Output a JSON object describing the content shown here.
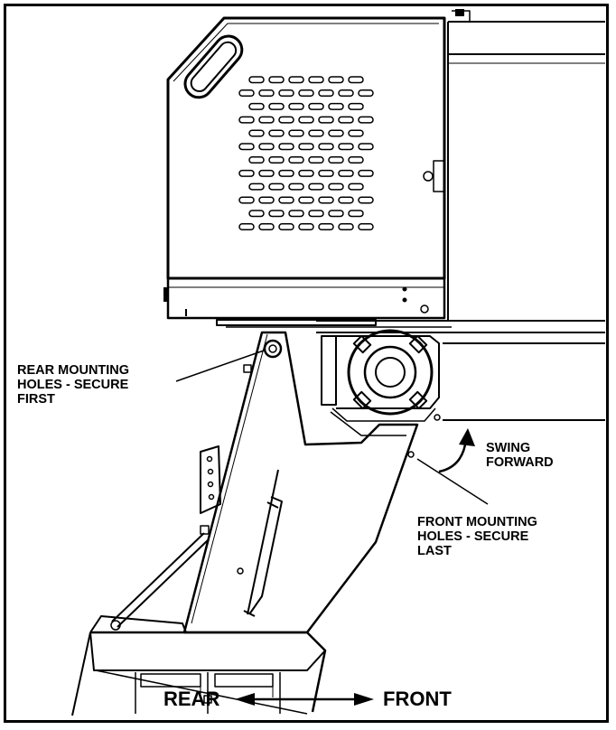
{
  "labels": {
    "rear_mounting": "REAR MOUNTING\nHOLES - SECURE\nFIRST",
    "swing_forward": "SWING\nFORWARD",
    "front_mounting": "FRONT MOUNTING\nHOLES - SECURE\nLAST"
  },
  "direction": {
    "rear": "REAR",
    "front": "FRONT"
  }
}
